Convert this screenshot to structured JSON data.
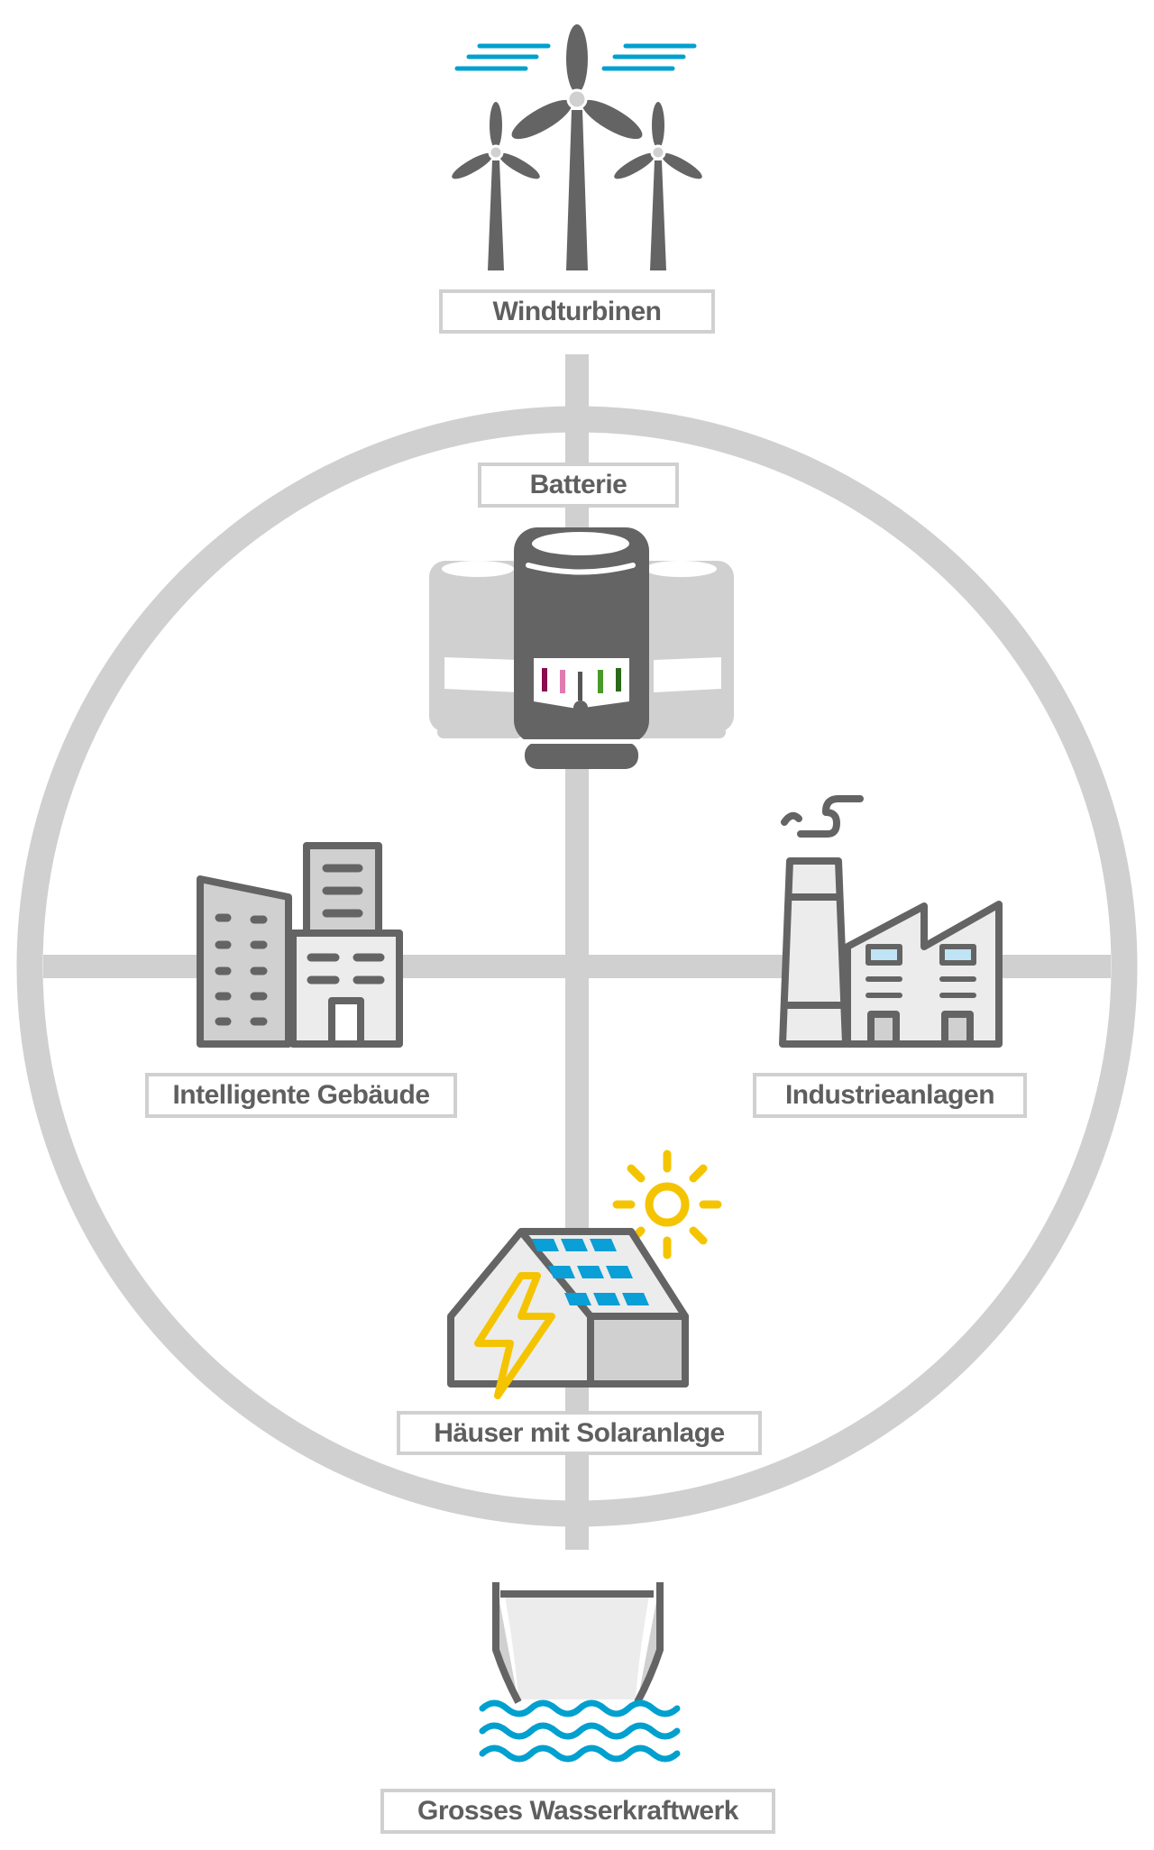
{
  "title": "Energy network diagram",
  "nodes": [
    {
      "id": "wind",
      "label": "Windturbinen",
      "icon": "wind-turbines-icon"
    },
    {
      "id": "battery",
      "label": "Batterie",
      "icon": "battery-icon"
    },
    {
      "id": "buildings",
      "label": "Intelligente Gebäude",
      "icon": "smart-buildings-icon"
    },
    {
      "id": "industry",
      "label": "Industrieanlagen",
      "icon": "factory-icon"
    },
    {
      "id": "solar",
      "label": "Häuser mit Solaranlage",
      "icon": "solar-house-icon"
    },
    {
      "id": "hydro",
      "label": "Grosses Wasserkraftwerk",
      "icon": "hydro-dam-icon"
    }
  ],
  "colors": {
    "icon_dark": "#646464",
    "network_line": "#d0d0d0",
    "wind_blue": "#00a0cf",
    "sun_yellow": "#f5c400",
    "panel_blue": "#0a9fd6"
  }
}
